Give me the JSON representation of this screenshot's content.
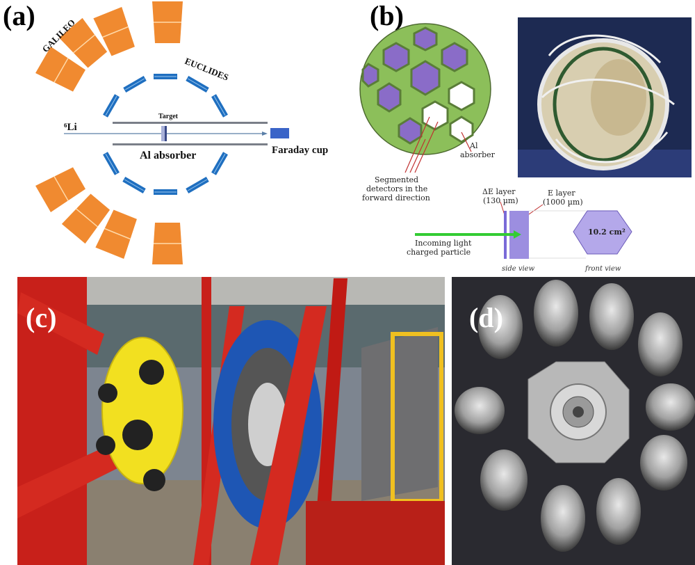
{
  "panels": {
    "a": {
      "label": "(a)",
      "galileo": "GALILEO",
      "euclides": "EUCLIDES",
      "beam": "⁶Li",
      "target": "Target",
      "absorber": "Al absorber",
      "faraday": "Faraday cup"
    },
    "b": {
      "label": "(b)",
      "al_absorber_1": "Al",
      "al_absorber_2": "absorber",
      "segmented_1": "Segmented",
      "segmented_2": "detectors in the",
      "segmented_3": "forward direction",
      "de_layer_1": "ΔE layer",
      "de_layer_2": "(130 µm)",
      "e_layer_1": "E layer",
      "e_layer_2": "(1000 µm)",
      "incoming_1": "Incoming light",
      "incoming_2": "charged particle",
      "area": "10.2 cm²",
      "side_view": "side view",
      "front_view": "front view"
    },
    "c": {
      "label": "(c)"
    },
    "d": {
      "label": "(d)"
    }
  },
  "colors": {
    "galileo": "#f08a30",
    "euclides": "#1f6fc0",
    "sphere_green": "#8cbf5a",
    "sphere_purple": "#8a6cc8",
    "layer_purple": "#9c8ee0",
    "arrow_green": "#33cc33",
    "frame_red": "#c8201a"
  }
}
